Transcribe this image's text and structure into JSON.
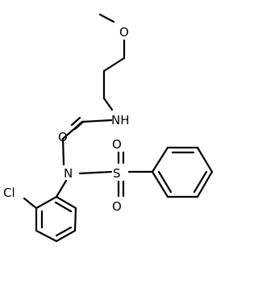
{
  "atoms": {
    "o_methoxy": "O",
    "o_carbonyl": "O",
    "nh": "NH",
    "n_sulfonamide": "N",
    "s": "S",
    "o_s_upper": "O",
    "o_s_lower": "O",
    "cl": "Cl"
  }
}
